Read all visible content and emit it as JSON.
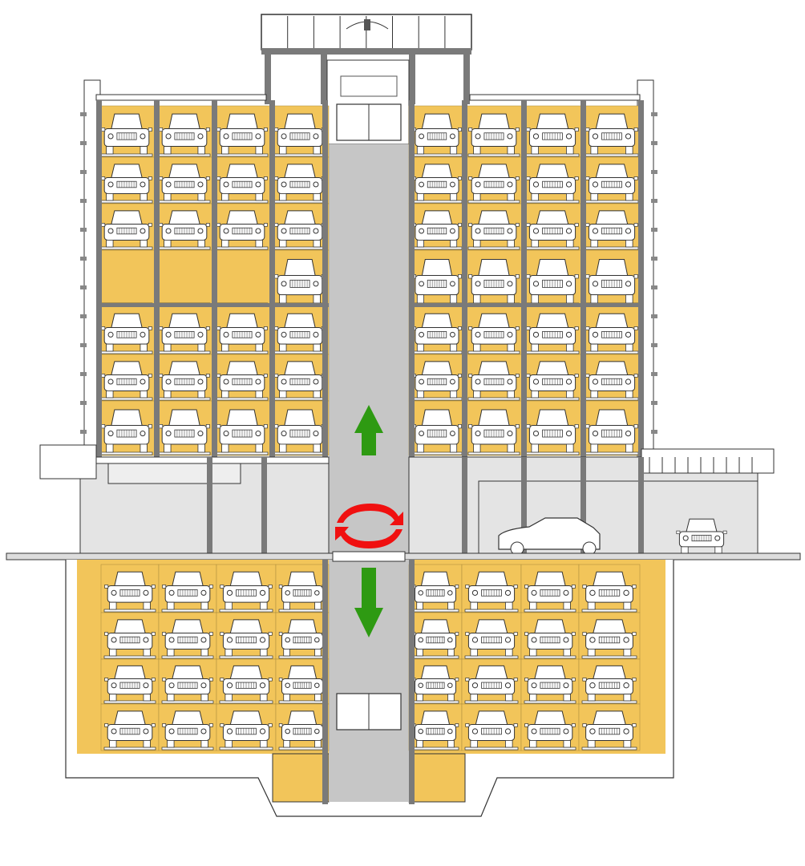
{
  "diagram": {
    "type": "automated-parking-tower-cross-section",
    "colors": {
      "bay": "#f2c55a",
      "shaft": "#c6c6c6",
      "structure": "#7a7a7a",
      "ground_floor": "#e4e4e4",
      "outline": "#333333",
      "arrow_vertical": "#2e9a12",
      "arrow_rotate": "#f01010"
    },
    "upper_left_rows": [
      [
        1,
        1,
        1,
        1
      ],
      [
        1,
        1,
        1,
        1
      ],
      [
        1,
        1,
        1,
        1
      ],
      [
        0,
        0,
        0,
        1
      ],
      [
        1,
        1,
        1,
        1
      ],
      [
        1,
        1,
        1,
        1
      ],
      [
        1,
        1,
        1,
        1
      ]
    ],
    "upper_right_rows": [
      [
        1,
        1,
        1,
        1
      ],
      [
        1,
        1,
        1,
        1
      ],
      [
        1,
        1,
        1,
        1
      ],
      [
        1,
        1,
        1,
        1
      ],
      [
        1,
        1,
        1,
        1
      ],
      [
        1,
        1,
        1,
        1
      ],
      [
        1,
        1,
        1,
        1
      ]
    ],
    "basement_left_rows": [
      [
        1,
        1,
        1,
        1
      ],
      [
        1,
        1,
        1,
        1
      ],
      [
        1,
        1,
        1,
        1
      ],
      [
        1,
        1,
        1,
        1
      ]
    ],
    "basement_right_rows": [
      [
        1,
        1,
        1,
        1
      ],
      [
        1,
        1,
        1,
        1
      ],
      [
        1,
        1,
        1,
        1
      ],
      [
        1,
        1,
        1,
        1
      ]
    ],
    "icons": [
      "arrow-up-icon",
      "rotate-arrows-icon",
      "arrow-down-icon"
    ]
  }
}
